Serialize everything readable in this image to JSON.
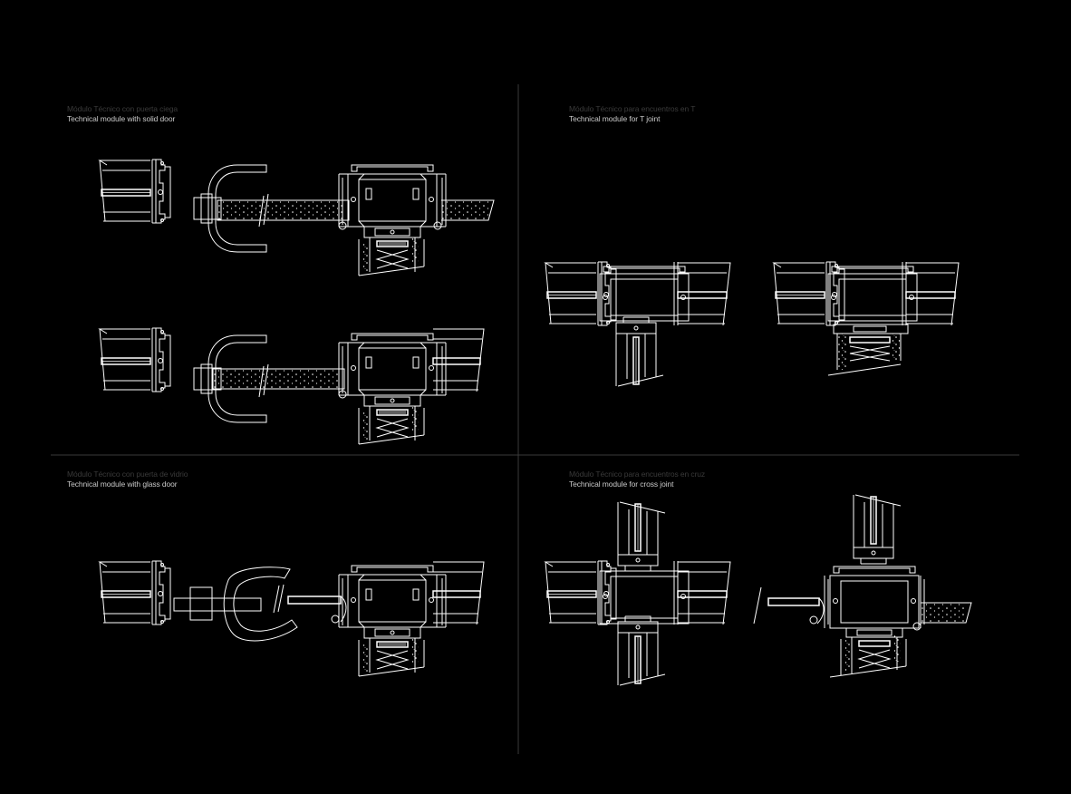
{
  "sheet": {
    "background": "#000000",
    "line_color": "#ffffff",
    "divider_color": "#3a3a3a"
  },
  "panels": [
    {
      "title_es": "Módulo Técnico con puerta ciega",
      "title_en": "Technical module with solid door"
    },
    {
      "title_es": "Módulo Técnico para encuentros en T",
      "title_en": "Technical module for T joint"
    },
    {
      "title_es": "Módulo Técnico con puerta de vidrio",
      "title_en": "Technical module with glass door"
    },
    {
      "title_es": "Módulo Técnico para encuentros en cruz",
      "title_en": "Technical module for cross joint"
    }
  ]
}
